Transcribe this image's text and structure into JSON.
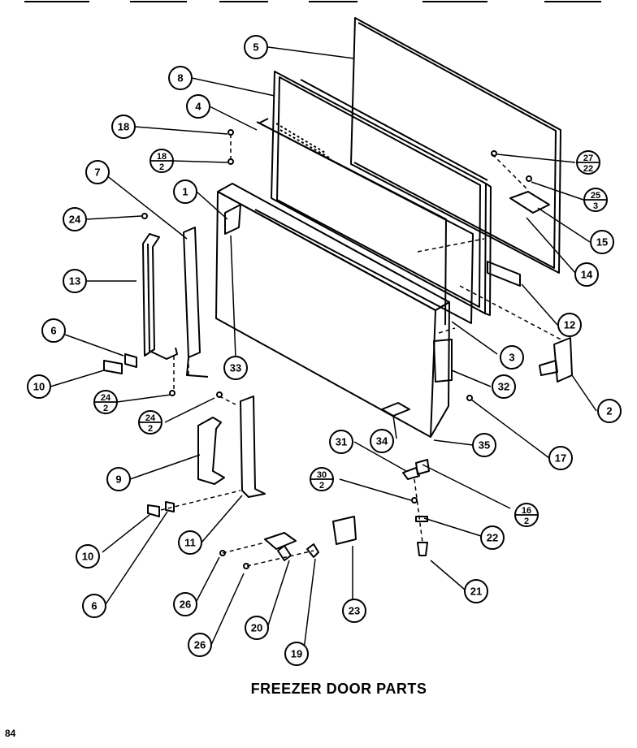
{
  "caption": "FREEZER DOOR PARTS",
  "page_number": "84",
  "callouts": [
    {
      "label": "5"
    },
    {
      "label": "8"
    },
    {
      "label": "4"
    },
    {
      "label": "18"
    },
    {
      "label": "18",
      "sub": "2"
    },
    {
      "label": "7"
    },
    {
      "label": "1"
    },
    {
      "label": "24"
    },
    {
      "label": "13"
    },
    {
      "label": "6"
    },
    {
      "label": "10"
    },
    {
      "label": "24",
      "sub": "2"
    },
    {
      "label": "24",
      "sub": "2"
    },
    {
      "label": "33"
    },
    {
      "label": "27",
      "sub": "22"
    },
    {
      "label": "25",
      "sub": "3"
    },
    {
      "label": "15"
    },
    {
      "label": "14"
    },
    {
      "label": "12"
    },
    {
      "label": "3"
    },
    {
      "label": "2"
    },
    {
      "label": "32"
    },
    {
      "label": "17"
    },
    {
      "label": "34"
    },
    {
      "label": "35"
    },
    {
      "label": "31"
    },
    {
      "label": "30",
      "sub": "2"
    },
    {
      "label": "9"
    },
    {
      "label": "16",
      "sub": "2"
    },
    {
      "label": "22"
    },
    {
      "label": "10"
    },
    {
      "label": "11"
    },
    {
      "label": "21"
    },
    {
      "label": "6"
    },
    {
      "label": "26"
    },
    {
      "label": "20"
    },
    {
      "label": "23"
    },
    {
      "label": "26"
    },
    {
      "label": "19"
    }
  ]
}
